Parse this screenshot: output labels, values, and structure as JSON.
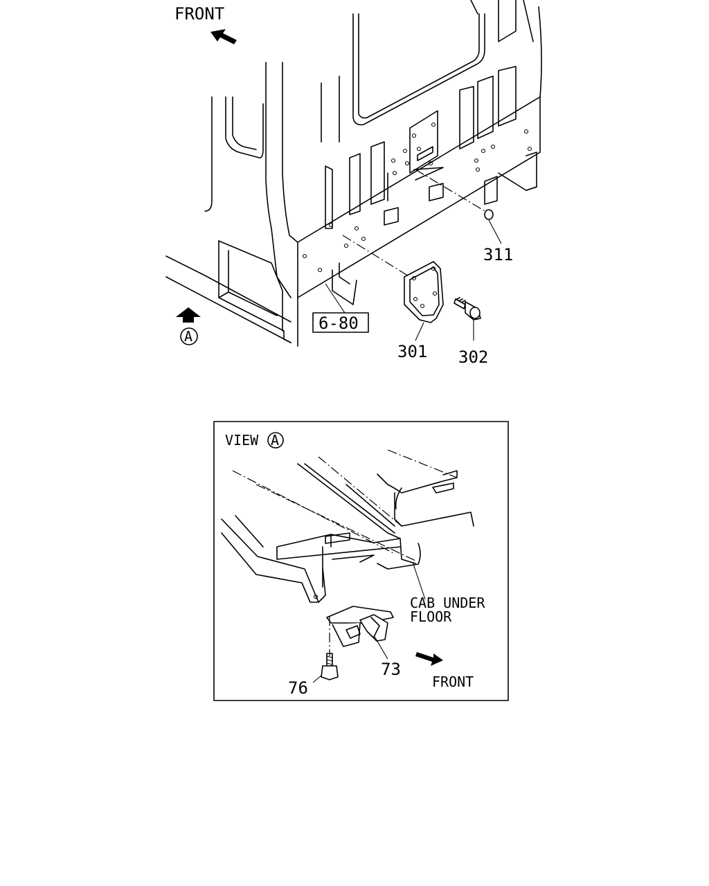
{
  "top_view": {
    "front_label": "FRONT",
    "view_marker": "A",
    "callouts": {
      "ring": "311",
      "bracket": "301",
      "bolt": "302",
      "reference": "6-80"
    }
  },
  "view_a": {
    "title_prefix": "VIEW",
    "title_marker": "A",
    "cab_label_line1": "CAB UNDER",
    "cab_label_line2": "FLOOR",
    "front_label": "FRONT",
    "callouts": {
      "bracket": "73",
      "bolt": "76"
    }
  }
}
